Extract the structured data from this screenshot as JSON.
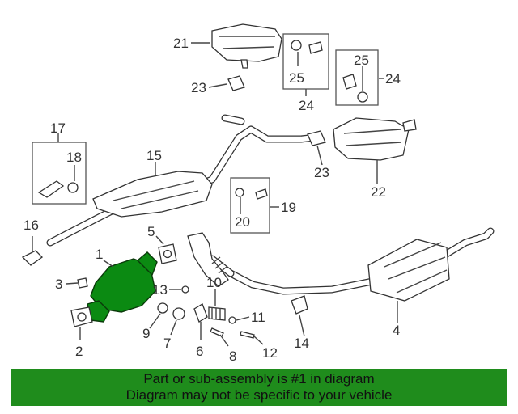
{
  "diagram": {
    "callouts": [
      "1",
      "2",
      "3",
      "4",
      "5",
      "6",
      "7",
      "8",
      "9",
      "10",
      "11",
      "12",
      "13",
      "14",
      "15",
      "16",
      "17",
      "18",
      "19",
      "20",
      "21",
      "22",
      "23",
      "23",
      "24",
      "24",
      "25",
      "25"
    ]
  },
  "footer": {
    "line1": "Part or sub-assembly is #1 in diagram",
    "line2": "Diagram may not be specific to your vehicle"
  },
  "colors": {
    "highlight": "#0b8a12",
    "banner": "#1f8c1c"
  }
}
